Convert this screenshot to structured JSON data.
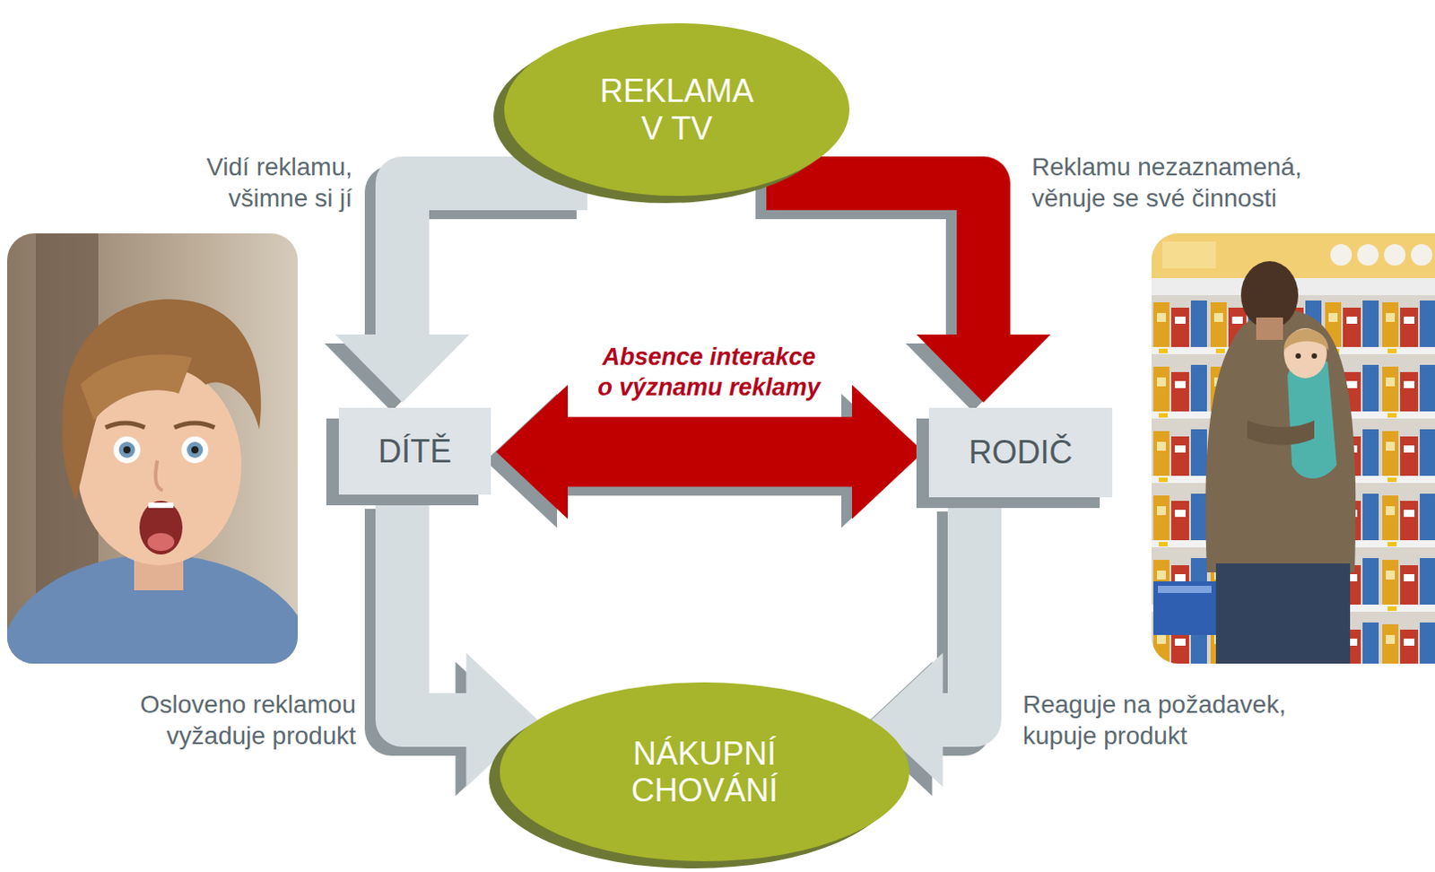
{
  "diagram": {
    "nodes": [
      {
        "text": [
          "REKLAMA V TV"
        ]
      },
      {
        "text": [
          "DÍTĚ"
        ]
      },
      {
        "text": [
          "RODIČ"
        ]
      },
      {
        "text": [
          "NÁKUPNÍ CHOVÁNÍ"
        ]
      }
    ],
    "edges": [
      {
        "from": 0,
        "to": 1,
        "arrow": "to",
        "label": "Vidí reklamu, všimne si jí"
      },
      {
        "from": 0,
        "to": 2,
        "arrow": "to",
        "label": "Reklamu nezaznamená, věnuje se své činnosti"
      },
      {
        "from": 1,
        "to": 2,
        "arrow": "both",
        "label": "Absence interakce o významu reklamy"
      },
      {
        "from": 1,
        "to": 3,
        "arrow": "to",
        "label": "Osloveno reklamou vyžaduje produkt"
      },
      {
        "from": 2,
        "to": 3,
        "arrow": "to",
        "label": "Reaguje na požadavek, kupuje produkt"
      }
    ]
  }
}
